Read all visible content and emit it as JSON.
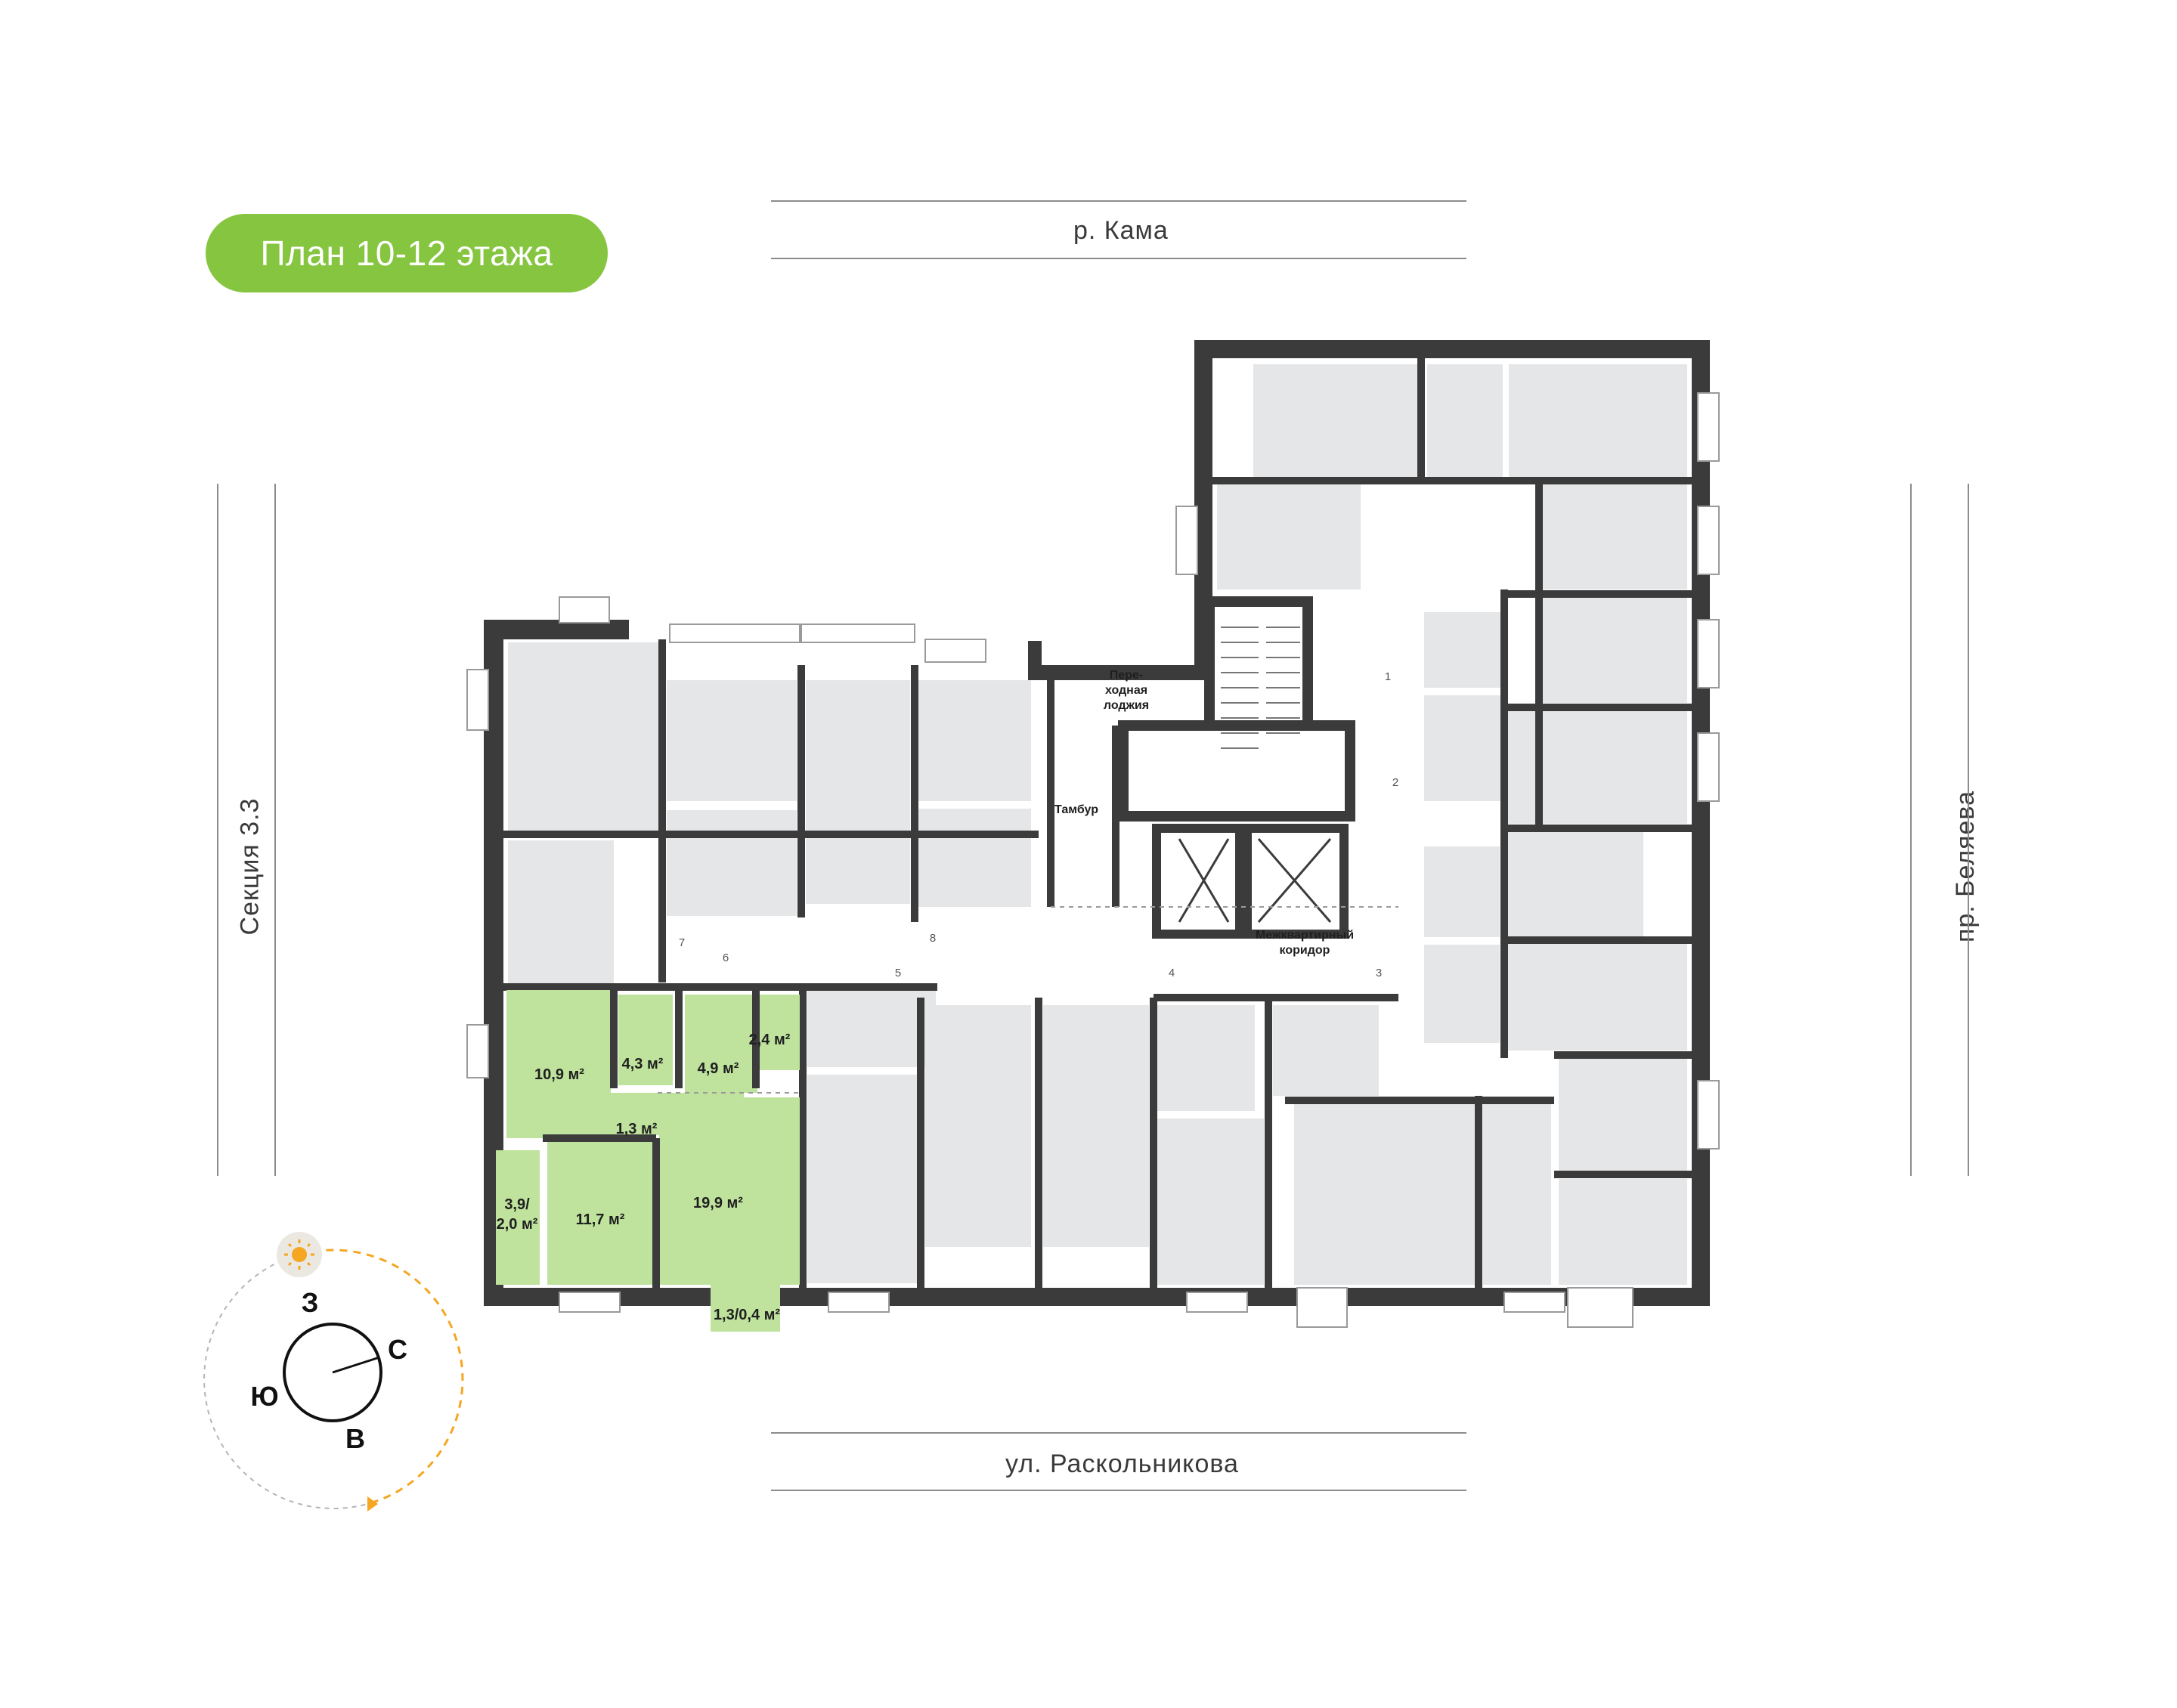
{
  "badge": {
    "text": "План 10-12 этажа",
    "color": "#86c540"
  },
  "streets": {
    "top": "р. Кама",
    "bottom": "ул. Раскольникова",
    "left": "Секция 3.3",
    "right": "пр. Беляева"
  },
  "plan_labels": {
    "perekhod_1": "Пере-",
    "perekhod_2": "ходная",
    "perekhod_3": "лоджия",
    "tambur": "Тамбур",
    "corridor_1": "Межквартирный",
    "corridor_2": "коридор"
  },
  "door_numbers": [
    "1",
    "2",
    "3",
    "4",
    "5",
    "6",
    "7",
    "8"
  ],
  "highlighted_apartment": {
    "color": "#bfe39d",
    "rooms": [
      {
        "id": "room-a",
        "area": "10,9 м²"
      },
      {
        "id": "room-b",
        "area": "4,3 м²"
      },
      {
        "id": "room-c",
        "area": "4,9 м²"
      },
      {
        "id": "room-d",
        "area": "2,4 м²"
      },
      {
        "id": "room-e",
        "area": "1,3 м²"
      },
      {
        "id": "room-f",
        "area": "11,7 м²"
      },
      {
        "id": "room-g",
        "area": "19,9 м²"
      },
      {
        "id": "balcony-left-1",
        "area": "3,9/"
      },
      {
        "id": "balcony-left-2",
        "area": "2,0 м²"
      },
      {
        "id": "balcony-bottom",
        "area": "1,3/0,4 м²"
      }
    ]
  },
  "compass": {
    "west": "З",
    "north": "С",
    "south": "Ю",
    "east": "В",
    "sun_color": "#f5a623",
    "arc_color": "#f5a623"
  },
  "colors": {
    "wall": "#3b3b3b",
    "room": "#e5e6e7",
    "line": "#9a9a9a"
  }
}
